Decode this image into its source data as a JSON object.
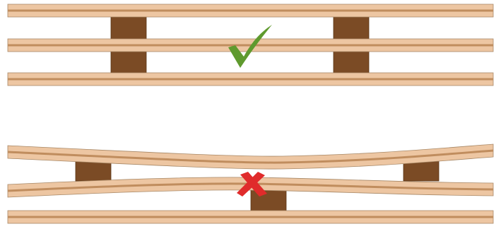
{
  "colors": {
    "background": "#ffffff",
    "board_fill": "#edc6a2",
    "board_stripe": "#c08d5e",
    "board_edge": "#a88866",
    "spacer_fill": "#7b4b25",
    "spacer_edge": "#5a3516",
    "check_color": "#5f9a2e",
    "cross_color": "#e02b2b"
  },
  "panels": [
    {
      "id": "correct-stack",
      "status": "correct",
      "status_icon": "check-mark-icon",
      "spacer_alignment": "aligned"
    },
    {
      "id": "incorrect-stack",
      "status": "incorrect",
      "status_icon": "cross-mark-icon",
      "spacer_alignment": "misaligned"
    }
  ]
}
